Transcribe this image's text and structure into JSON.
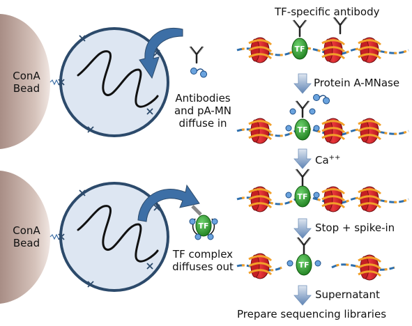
{
  "top_panel": {
    "bead_label": "ConA Bead",
    "diffuse_label_1": "Antibodies",
    "diffuse_label_2": "and pA-MN",
    "diffuse_label_3": "diffuse in"
  },
  "bottom_panel": {
    "bead_label": "ConA Bead",
    "diffuse_label_1": "TF complex",
    "diffuse_label_2": "diffuses out"
  },
  "workflow": {
    "antibody_label": "TF-specific antibody",
    "step1": "Protein A-MNase",
    "step2": "Ca",
    "step2_sup": "++",
    "step3": "Stop + spike-in",
    "step4": "Supernatant",
    "final": "Prepare sequencing libraries",
    "tf_text": "TF"
  },
  "colors": {
    "bead": "#c9b3aa",
    "nucleus_fill": "#dde6f2",
    "nucleus_stroke": "#2c4a6b",
    "arrow_blue": "#3d6fa6",
    "dna_blue": "#2e6fad",
    "dna_orange": "#f2a02a",
    "histone_red": "#d8262b",
    "tf_green": "#3aa63a",
    "pa_mn_blue": "#6aa3de"
  }
}
